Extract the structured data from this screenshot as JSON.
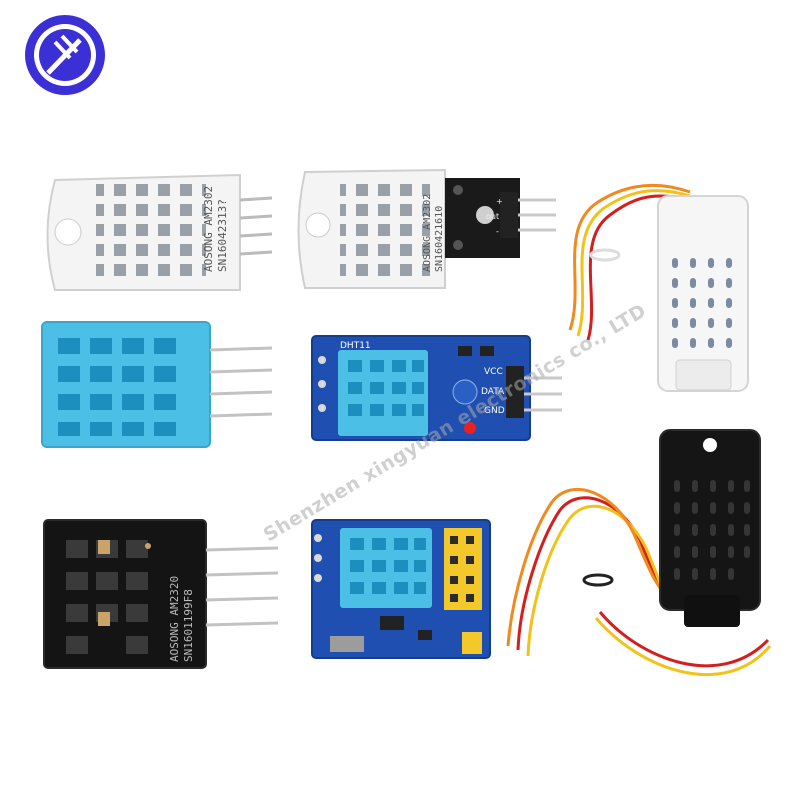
{
  "watermark": {
    "text": "Shenzhen xingyuan electronics co., LTD"
  },
  "logo": {
    "icon": "brand-logo-icon",
    "color": "#3b2fd6"
  },
  "products": {
    "dht22_white": {
      "label_line1": "AOSONG AM2302",
      "label_line2": "SN16042313?"
    },
    "dht22_module": {
      "label_line1": "AOSONG AM2302",
      "label_line2": "SN160421610",
      "pin_labels": [
        "+",
        "out",
        "-"
      ]
    },
    "dht11_module": {
      "title": "DHT11",
      "pin_labels": [
        "VCC",
        "DATA",
        "GND"
      ]
    },
    "am2320": {
      "label_line1": "AOSONG AM2320",
      "label_line2": "SN1601199F8"
    }
  },
  "colors": {
    "board_blue": "#1f4fb0",
    "sensor_blue": "#4bbfe6",
    "wire_red": "#d41f1f",
    "wire_yellow": "#f2c21b",
    "wire_orange": "#f08a1e",
    "header_yellow": "#f3c82a"
  }
}
